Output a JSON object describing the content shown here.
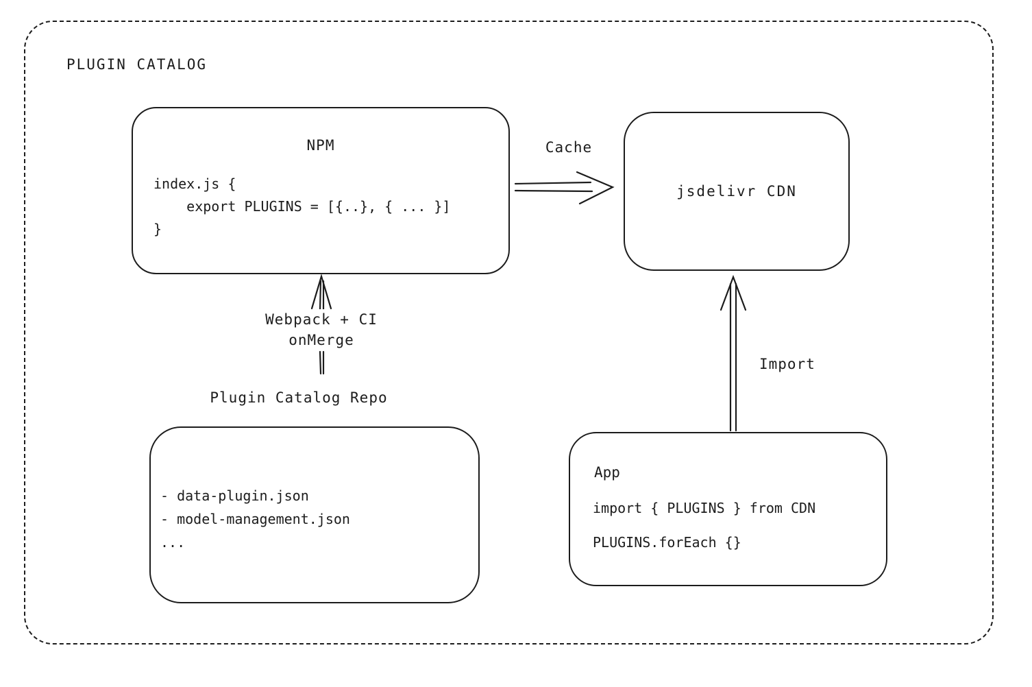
{
  "diagram": {
    "title": "PLUGIN CATALOG",
    "nodes": {
      "npm": {
        "title": "NPM",
        "code_lines": [
          "index.js {",
          "    export PLUGINS = [{..}, { ... }]",
          "}"
        ]
      },
      "cdn": {
        "title": "jsdelivr CDN"
      },
      "repo": {
        "label": "Plugin Catalog Repo",
        "items": [
          "- data-plugin.json",
          "- model-management.json",
          "..."
        ]
      },
      "app": {
        "title": "App",
        "code_lines": [
          "import { PLUGINS } from CDN",
          "PLUGINS.forEach {}"
        ]
      }
    },
    "edges": {
      "cache": {
        "label": "Cache"
      },
      "build": {
        "label_line1": "Webpack + CI",
        "label_line2": "onMerge"
      },
      "import": {
        "label": "Import"
      }
    }
  }
}
